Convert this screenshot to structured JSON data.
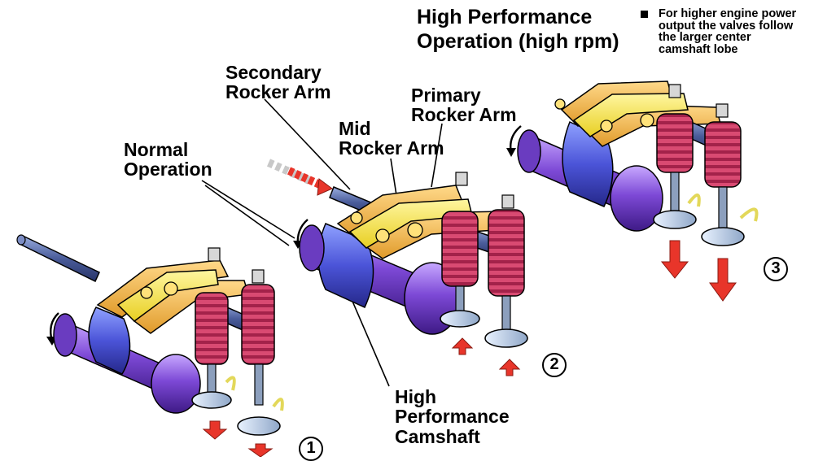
{
  "header": {
    "title_line1": "High Performance",
    "title_line2": "Operation (high rpm)"
  },
  "note": {
    "lines": [
      "For higher engine power",
      "output the valves follow",
      "the larger center",
      "camshaft lobe"
    ]
  },
  "labels": {
    "secondary_rocker_arm": [
      "Secondary",
      "Rocker Arm"
    ],
    "primary_rocker_arm": [
      "Primary",
      "Rocker Arm"
    ],
    "mid_rocker_arm": [
      "Mid",
      "Rocker Arm"
    ],
    "normal_operation": [
      "Normal",
      "Operation"
    ],
    "high_performance_camshaft": [
      "High",
      "Performance",
      "Camshaft"
    ]
  },
  "steps": [
    "1",
    "2",
    "3"
  ],
  "colors": {
    "camshaft": "#7d49d6",
    "camshaft_center_lobe": "#4b54d8",
    "rocker_arm": "#f0b23c",
    "mid_rocker_arm": "#f4e23a",
    "valve_spring": "#c8345e",
    "valve": "#bcd2ea",
    "shaft": "#4a5c9a",
    "motion_arrow": "#e8352a",
    "oil_flow": "#e3d85a"
  },
  "icons": [
    "rotation-arrow-icon",
    "valve-motion-arrow-icon",
    "oil-flow-icon"
  ]
}
